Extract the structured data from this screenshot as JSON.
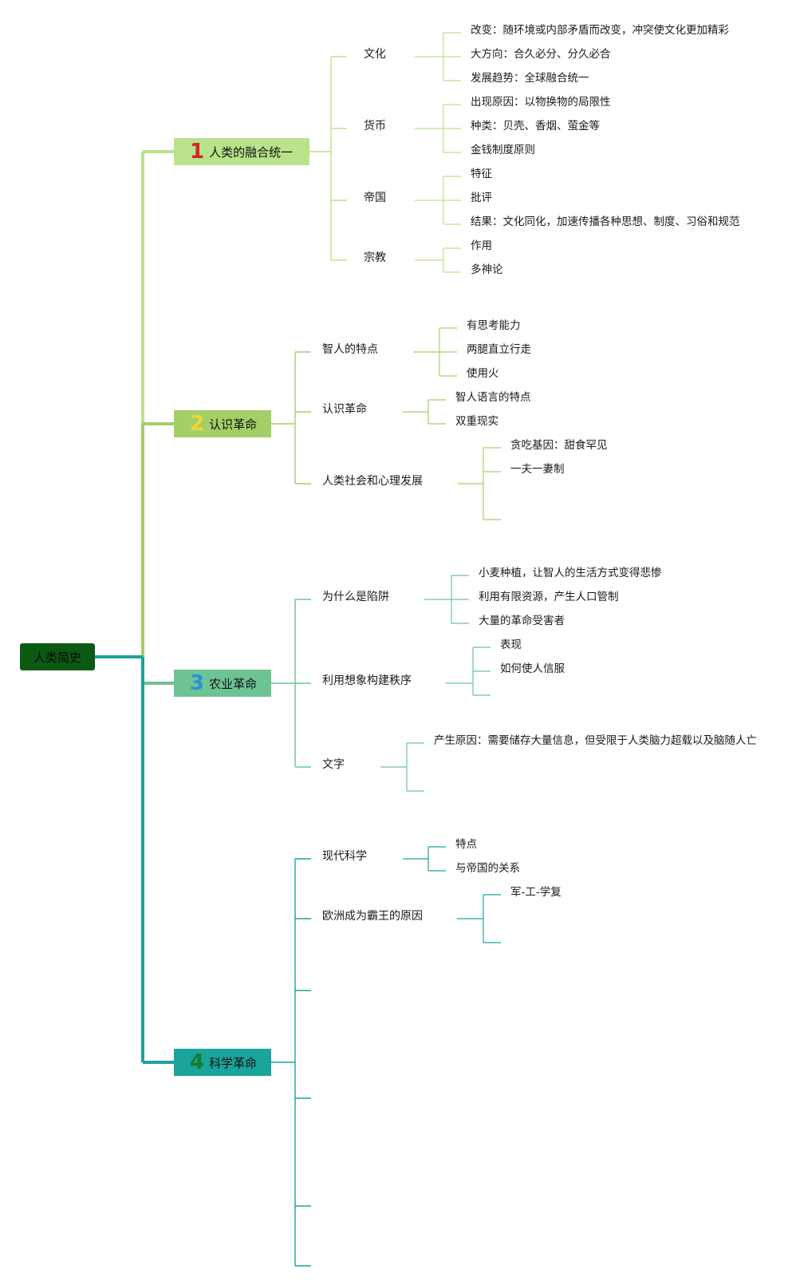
{
  "root": {
    "label": "人类简史"
  },
  "branches": [
    {
      "number": "1",
      "label": "人类的融合统一",
      "color": "#b8e38a",
      "number_color": "#d3232b",
      "children": [
        {
          "label": "文化",
          "leaves": [
            "改变：随环境或内部矛盾而改变，冲突使文化更加精彩",
            "大方向：合久必分、分久必合",
            "发展趋势：全球融合统一"
          ]
        },
        {
          "label": "货币",
          "leaves": [
            "出现原因：以物换物的局限性",
            "种类：贝壳、香烟、萤金等",
            "金钱制度原则"
          ]
        },
        {
          "label": "帝国",
          "leaves": [
            "特征",
            "批评",
            "结果：文化同化，加速传播各种思想、制度、习俗和规范"
          ]
        },
        {
          "label": "宗教",
          "leaves": [
            "作用",
            "多神论"
          ]
        }
      ]
    },
    {
      "number": "2",
      "label": "认识革命",
      "color": "#a3cf66",
      "number_color": "#f2d43c",
      "children": [
        {
          "label": "智人的特点",
          "leaves": [
            "有思考能力",
            "两腿直立行走",
            "使用火"
          ]
        },
        {
          "label": "认识革命",
          "leaves": [
            "智人语言的特点",
            "双重现实"
          ]
        },
        {
          "label": "人类社会和心理发展",
          "leaves": [
            "贪吃基因：甜食罕见",
            "一夫一妻制",
            ""
          ]
        }
      ]
    },
    {
      "number": "3",
      "label": "农业革命",
      "color": "#6dc394",
      "number_color": "#2f8fd8",
      "children": [
        {
          "label": "为什么是陷阱",
          "leaves": [
            "小麦种植，让智人的生活方式变得悲惨",
            "利用有限资源，产生人口管制",
            "大量的革命受害者"
          ]
        },
        {
          "label": "利用想象构建秩序",
          "leaves": [
            "表现",
            "如何使人信服",
            ""
          ]
        },
        {
          "label": "文字",
          "leaves": [
            "产生原因：需要储存大量信息，但受限于人类脑力超载以及脑随人亡",
            ""
          ]
        }
      ]
    },
    {
      "number": "4",
      "label": "科学革命",
      "color": "#19a49c",
      "number_color": "#1a7a2e",
      "children": [
        {
          "label": "现代科学",
          "leaves": [
            "特点",
            "与帝国的关系"
          ]
        },
        {
          "label": "欧洲成为霸王的原因",
          "leaves": [
            "军-工-学复",
            ""
          ]
        },
        {
          "label": "",
          "leaves": []
        },
        {
          "label": "",
          "leaves": []
        },
        {
          "label": "",
          "leaves": []
        },
        {
          "label": "",
          "leaves": []
        }
      ]
    }
  ]
}
